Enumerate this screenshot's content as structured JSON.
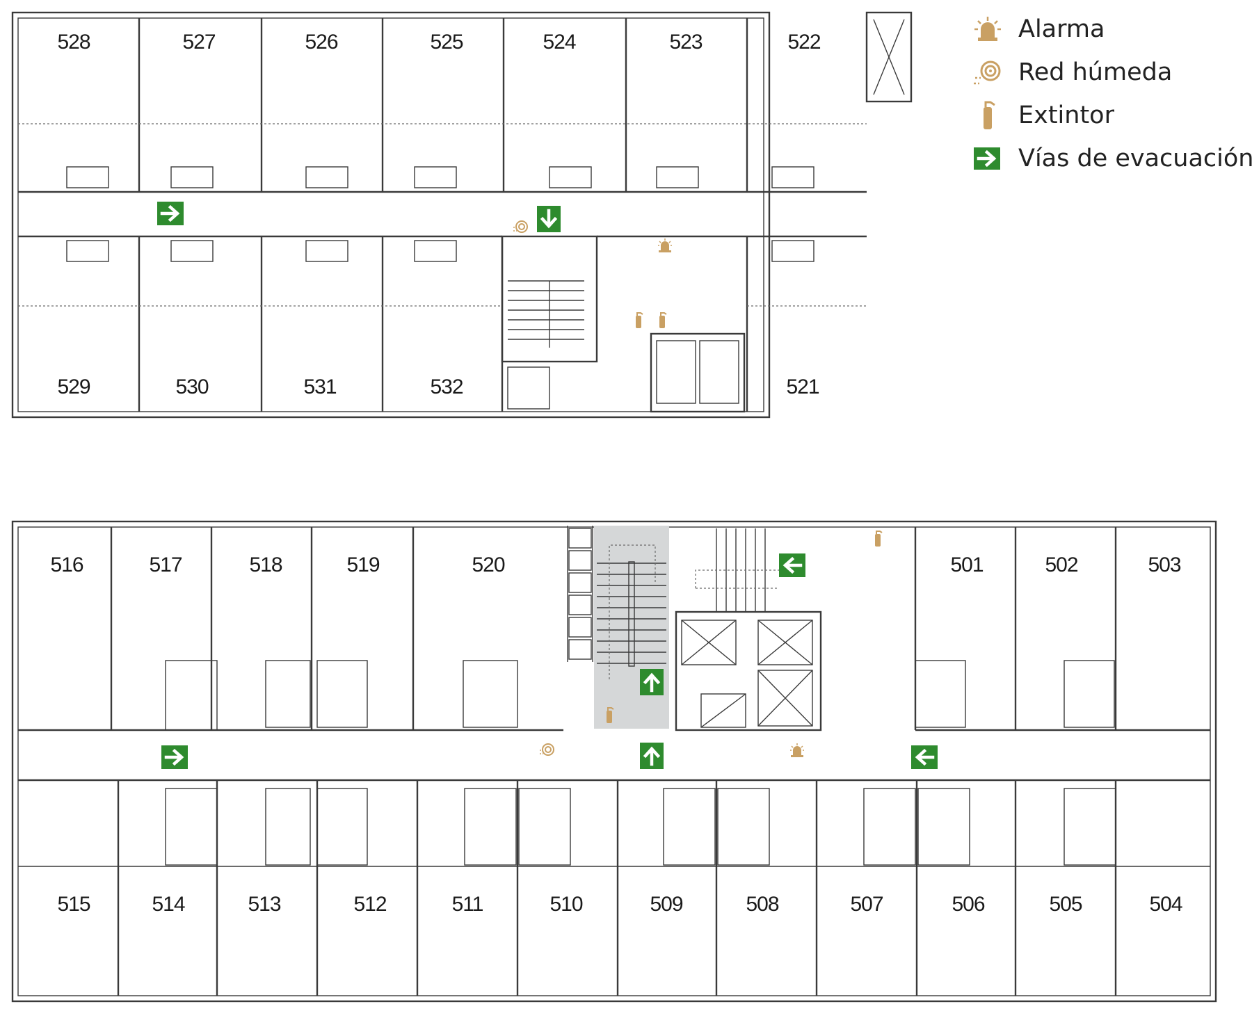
{
  "legend": {
    "alarm_label": "Alarma",
    "hose_label": "Red húmeda",
    "extinguisher_label": "Extintor",
    "evacuation_label": "Vías de evacuación"
  },
  "colors": {
    "symbol_gold": "#c9a063",
    "evacuation_green": "#2e8b2e",
    "wall": "#3a3a3a",
    "stair_highlight": "#d5d7d8"
  },
  "upper_plan": {
    "rooms": [
      "528",
      "527",
      "526",
      "525",
      "524",
      "523",
      "522",
      "529",
      "530",
      "531",
      "532",
      "521"
    ]
  },
  "lower_plan": {
    "rooms": [
      "516",
      "517",
      "518",
      "519",
      "520",
      "501",
      "502",
      "503",
      "515",
      "514",
      "513",
      "512",
      "511",
      "510",
      "509",
      "508",
      "507",
      "506",
      "505",
      "504"
    ]
  }
}
